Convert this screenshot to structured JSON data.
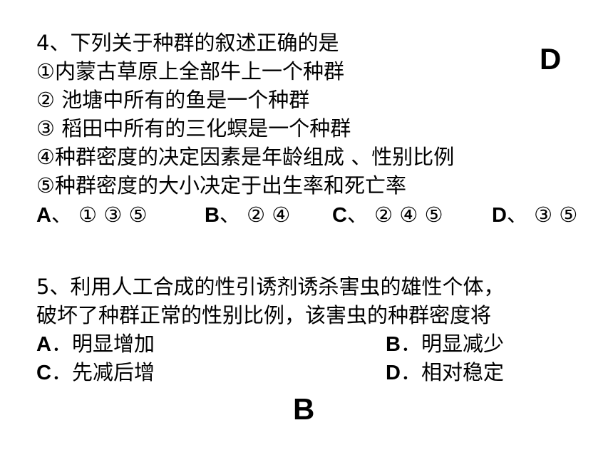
{
  "q4": {
    "stem": "4、下列关于种群的叙述正确的是",
    "item1": "①内蒙古草原上全部牛上一个种群",
    "item2": "② 池塘中所有的鱼是一个种群",
    "item3": "③ 稻田中所有的三化螟是一个种群",
    "item4": "④种群密度的决定因素是年龄组成 、性别比例",
    "item5": "⑤种群密度的大小决定于出生率和死亡率",
    "options": [
      {
        "letter": "A",
        "sep": "、",
        "text": " ① ③ ⑤"
      },
      {
        "letter": "B",
        "sep": "、",
        "text": " ② ④"
      },
      {
        "letter": "C",
        "sep": "、",
        "text": " ② ④ ⑤"
      },
      {
        "letter": "D",
        "sep": "、",
        "text": " ③ ⑤"
      }
    ],
    "answer": "D"
  },
  "q5": {
    "stem_line1": "5、利用人工合成的性引诱剂诱杀害虫的雄性个体，",
    "stem_line2": "破坏了种群正常的性别比例，该害虫的种群密度将",
    "options": [
      {
        "letter": "A",
        "sep": "．",
        "text": "明显增加"
      },
      {
        "letter": "B",
        "sep": "．",
        "text": "明显减少"
      },
      {
        "letter": "C",
        "sep": "．",
        "text": "先减后增"
      },
      {
        "letter": "D",
        "sep": "．",
        "text": "相对稳定"
      }
    ],
    "answer": "B"
  }
}
